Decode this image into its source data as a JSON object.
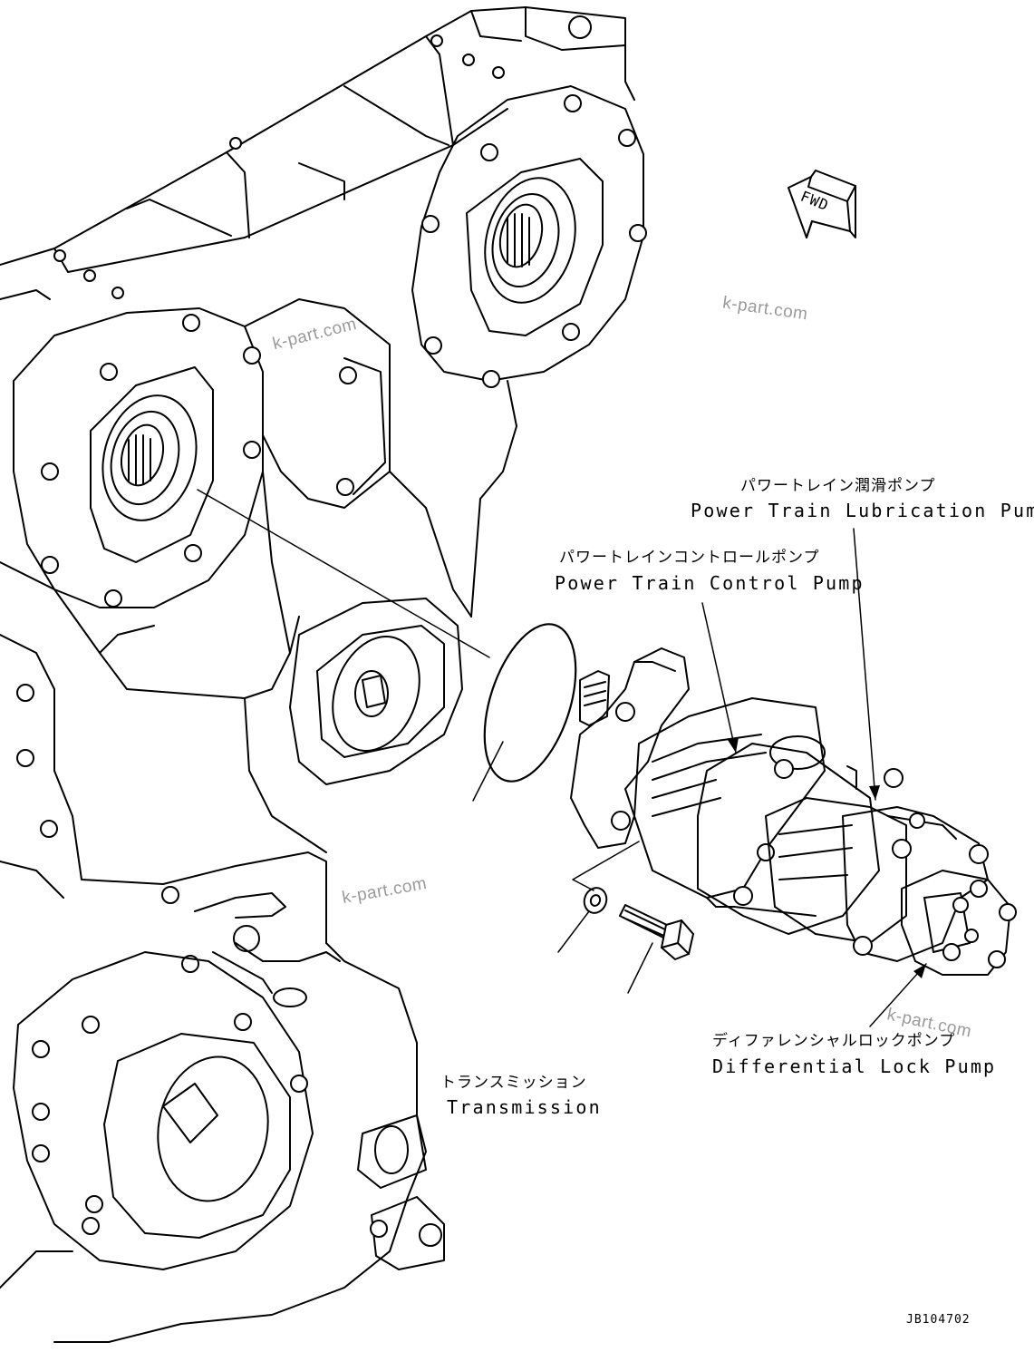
{
  "labels": {
    "lubrication_pump": {
      "jp": "パワートレイン潤滑ポンプ",
      "en": "Power Train Lubrication Pump"
    },
    "control_pump": {
      "jp": "パワートレインコントロールポンプ",
      "en": "Power Train Control Pump"
    },
    "differential_lock_pump": {
      "jp": "ディファレンシャルロックポンプ",
      "en": "Differential Lock Pump"
    },
    "transmission": {
      "jp": "トランスミッション",
      "en": "Transmission"
    }
  },
  "direction_marker": "FWD",
  "watermark": "k-part.com",
  "drawing_code": "JB104702",
  "colors": {
    "line": "#000000",
    "background": "#ffffff",
    "watermark": "#9a9a9a"
  }
}
